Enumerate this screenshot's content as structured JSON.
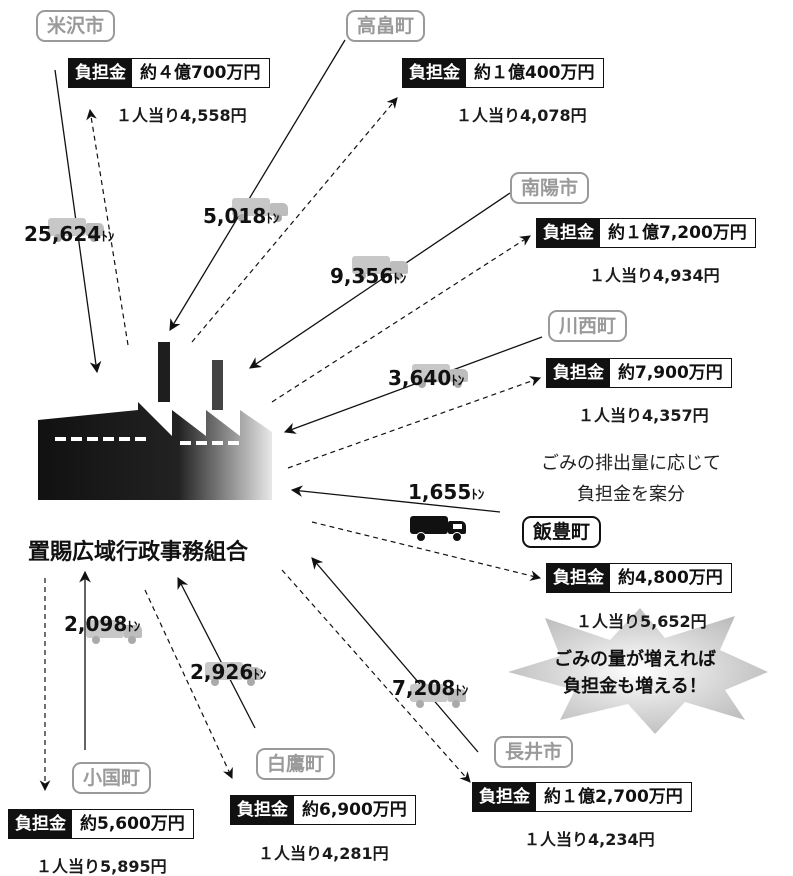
{
  "union": {
    "name": "置賜広域行政事務組合"
  },
  "note": {
    "line1": "ごみの排出量に応じて",
    "line2": "負担金を案分"
  },
  "callout": {
    "line1": "ごみの量が増えれば",
    "line2": "負担金も増える！"
  },
  "cost_label": "負担金",
  "ton_unit": "ﾄﾝ",
  "municipalities": [
    {
      "id": "yonezawa",
      "name": "米沢市",
      "cost": "約４億700万円",
      "per_capita": "１人当り4,558円",
      "tons": "25,624",
      "highlighted": false
    },
    {
      "id": "takahata",
      "name": "高畠町",
      "cost": "約１億400万円",
      "per_capita": "１人当り4,078円",
      "tons": "5,018",
      "highlighted": false
    },
    {
      "id": "nanyo",
      "name": "南陽市",
      "cost": "約１億7,200万円",
      "per_capita": "１人当り4,934円",
      "tons": "9,356",
      "highlighted": false
    },
    {
      "id": "kawanishi",
      "name": "川西町",
      "cost": "約7,900万円",
      "per_capita": "１人当り4,357円",
      "tons": "3,640",
      "highlighted": false
    },
    {
      "id": "iide",
      "name": "飯豊町",
      "cost": "約4,800万円",
      "per_capita": "１人当り5,652円",
      "tons": "1,655",
      "highlighted": true
    },
    {
      "id": "nagai",
      "name": "長井市",
      "cost": "約１億2,700万円",
      "per_capita": "１人当り4,234円",
      "tons": "7,208",
      "highlighted": false
    },
    {
      "id": "shirataka",
      "name": "白鷹町",
      "cost": "約6,900万円",
      "per_capita": "１人当り4,281円",
      "tons": "2,926",
      "highlighted": false
    },
    {
      "id": "oguni",
      "name": "小国町",
      "cost": "約5,600万円",
      "per_capita": "１人当り5,895円",
      "tons": "2,098",
      "highlighted": false
    }
  ]
}
